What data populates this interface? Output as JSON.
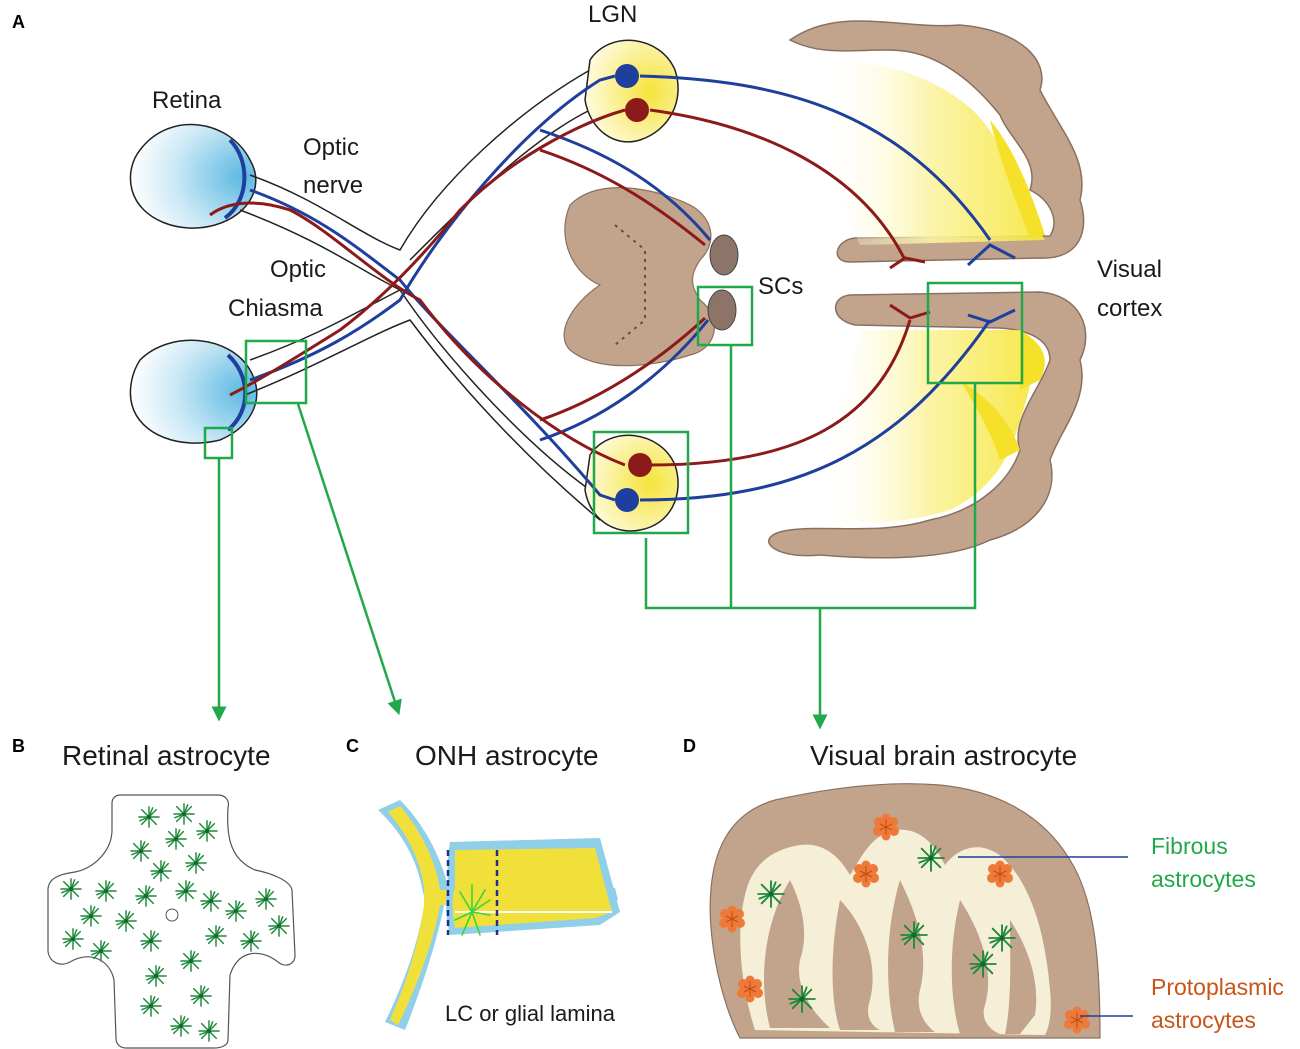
{
  "panels": {
    "a": "A",
    "b": "B",
    "c": "C",
    "d": "D"
  },
  "labels": {
    "retina": "Retina",
    "optic_nerve_1": "Optic",
    "optic_nerve_2": "nerve",
    "optic_chiasma_1": "Optic",
    "optic_chiasma_2": "Chiasma",
    "lgn": "LGN",
    "scs": "SCs",
    "visual_cortex_1": "Visual",
    "visual_cortex_2": "cortex"
  },
  "subtitles": {
    "retinal": "Retinal astrocyte",
    "onh": "ONH astrocyte",
    "visual_brain": "Visual brain astrocyte"
  },
  "annotations": {
    "lc": "LC or glial lamina",
    "fibrous_1": "Fibrous",
    "fibrous_2": "astrocytes",
    "protoplasmic_1": "Protoplasmic",
    "protoplasmic_2": "astrocytes"
  },
  "colors": {
    "blue_pathway": "#1f3f9c",
    "red_pathway": "#8c1a1a",
    "tissue": "#c2a48c",
    "cortex_yellow": "#f7ea3a",
    "highlight_box": "#21a84a",
    "fibrous_text": "#22a84b",
    "protoplasmic_text": "#c8541a",
    "retina_blue": "#6fc3e3"
  }
}
